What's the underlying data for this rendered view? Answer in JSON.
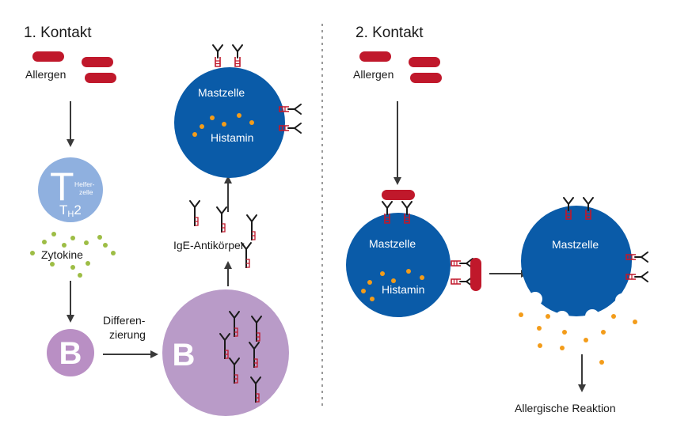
{
  "headings": {
    "first": "1. Kontakt",
    "second": "2. Kontakt"
  },
  "labels": {
    "allergen": "Allergen",
    "zytokine": "Zytokine",
    "differenzierung_line1": "Differen-",
    "differenzierung_line2": "zierung",
    "ige_antikoerper": "IgE-Antikörper",
    "mastzelle": "Mastzelle",
    "histamin": "Histamin",
    "allergische_reaktion": "Allergische Reaktion"
  },
  "t_helper": {
    "letter": "T",
    "caption_line1": "Helfer-",
    "caption_line2": "zelle",
    "type_main": "T",
    "type_sub": "H",
    "type_num": "2"
  },
  "b_cell": {
    "letter": "B"
  },
  "colors": {
    "allergen": "#c0182b",
    "mast_cell": "#0a5ba8",
    "t_helper": "#8fb0df",
    "b_cell": "#b98fc4",
    "b_cell_large": "#b99bc8",
    "histamine": "#f39c1a",
    "cytokine": "#9dbd45",
    "antibody": "#1a1a1a",
    "antibody_stem": "#c0182b",
    "arrow": "#3a3a3a",
    "divider": "#9a9a9a"
  }
}
